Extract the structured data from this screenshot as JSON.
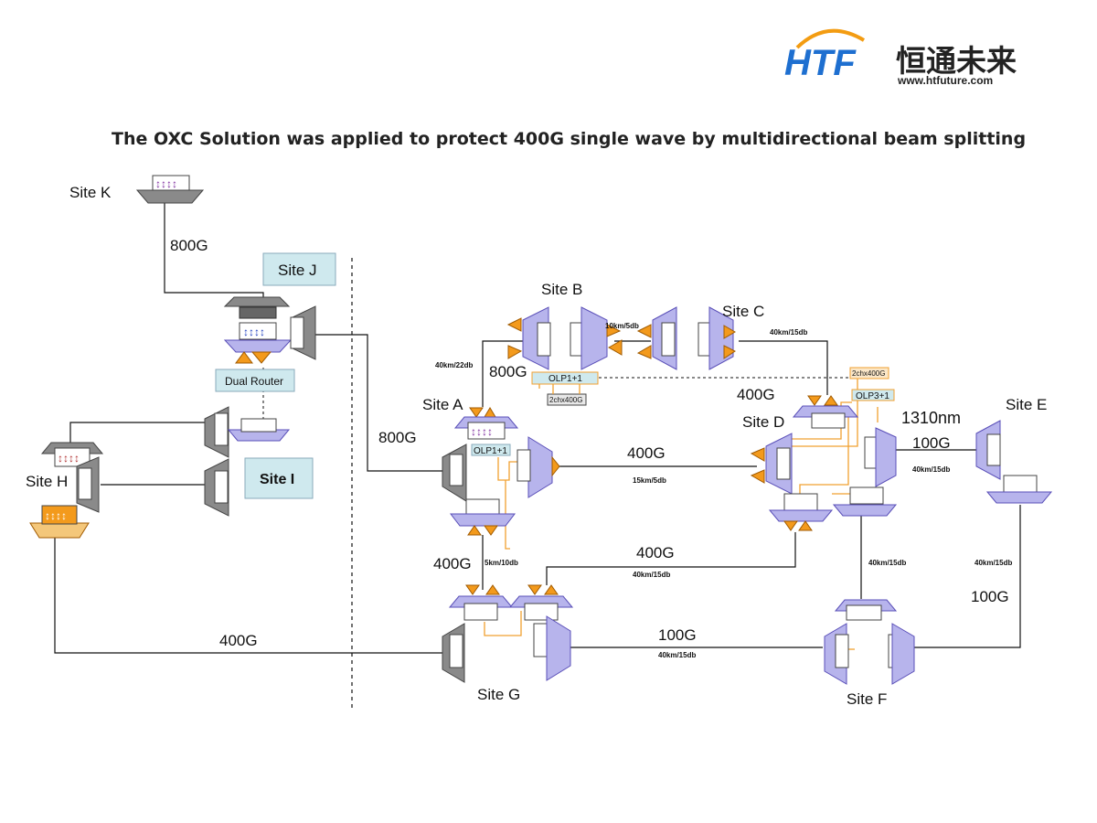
{
  "logo": {
    "brand": "HTF",
    "chinese_name": "恒通未来",
    "url": "www.htfuture.com",
    "colors": {
      "blue": "#1e6fd0",
      "orange": "#f39c12"
    }
  },
  "title": "The OXC Solution was applied to protect 400G single wave by multidirectional beam splitting",
  "sites": {
    "a": "Site A",
    "b": "Site B",
    "c": "Site C",
    "d": "Site D",
    "e": "Site E",
    "f": "Site F",
    "g": "Site G",
    "h": "Site H",
    "i": "Site I",
    "j": "Site J",
    "k": "Site K"
  },
  "boxes": {
    "dual_router": "Dual Router",
    "olp_ab": "OLP1+1",
    "olp_a": "OLP1+1",
    "olp_d": "OLP3+1",
    "chx_b": "2chx400G",
    "chx_d": "2chx400G"
  },
  "links": {
    "k_j": "800G",
    "j_a": "800G",
    "a_b": "800G",
    "a_d": "400G",
    "a_d_spec": "15km/5db",
    "b_c": "10km/5db",
    "a_b_spec": "40km/22db",
    "c_d_spec": "40km/15db",
    "cd_protect": "400G",
    "d_wavelength": "1310nm",
    "d_e": "100G",
    "d_e_spec": "40km/15db",
    "a_g": "400G",
    "a_g_spec": "5km/10db",
    "g_d": "400G",
    "g_d_spec": "40km/15db",
    "g_f": "100G",
    "g_f_spec": "40km/15db",
    "d_f_spec": "40km/15db",
    "e_f": "100G",
    "e_f_spec": "40km/15db",
    "h_g": "400G"
  },
  "colors": {
    "device_gray": "#8a8a8a",
    "device_purple": "#b7b4ec",
    "device_purple_edge": "#5a4fb8",
    "amplifier_orange": "#f39a1c",
    "box_cyan": "#cfe9ee",
    "fiber_orange": "#f0a030",
    "arrow_red": "#b03030",
    "arrow_blue": "#2040c0",
    "arrow_cyan": "#20b8d8",
    "arrow_purple": "#8030a0"
  },
  "icons": [
    "arrow-card-icon",
    "amplifier-triangle-icon",
    "mux-trapezoid-icon"
  ]
}
